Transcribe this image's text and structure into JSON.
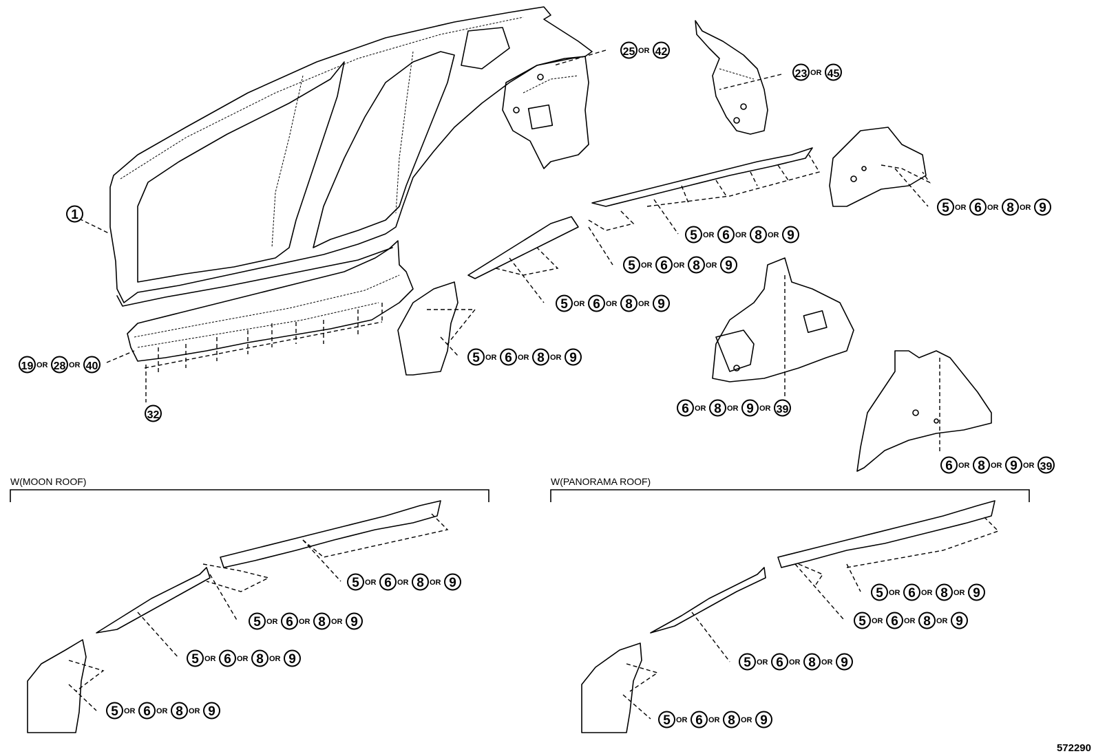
{
  "sections": {
    "moon_roof": "W(MOON ROOF)",
    "panorama_roof": "W(PANORAMA ROOF)"
  },
  "drawing_number": "572290",
  "separator": "OR",
  "callouts": {
    "c1": [
      "1"
    ],
    "c2": [
      "25",
      "42"
    ],
    "c3": [
      "23",
      "45"
    ],
    "c4": [
      "19",
      "28",
      "40"
    ],
    "c5": [
      "32"
    ],
    "c6": [
      "5",
      "6",
      "8",
      "9"
    ],
    "c7": [
      "5",
      "6",
      "8",
      "9"
    ],
    "c8": [
      "5",
      "6",
      "8",
      "9"
    ],
    "c9": [
      "5",
      "6",
      "8",
      "9"
    ],
    "c10": [
      "5",
      "6",
      "8",
      "9"
    ],
    "c11": [
      "6",
      "8",
      "9",
      "39"
    ],
    "c12": [
      "6",
      "8",
      "9",
      "39"
    ],
    "c13": [
      "5",
      "6",
      "8",
      "9"
    ],
    "c14": [
      "5",
      "6",
      "8",
      "9"
    ],
    "c15": [
      "5",
      "6",
      "8",
      "9"
    ],
    "c16": [
      "5",
      "6",
      "8",
      "9"
    ],
    "c17": [
      "5",
      "6",
      "8",
      "9"
    ],
    "c18": [
      "5",
      "6",
      "8",
      "9"
    ],
    "c19": [
      "5",
      "6",
      "8",
      "9"
    ],
    "c20": [
      "5",
      "6",
      "8",
      "9"
    ],
    "c21": [
      "5",
      "6",
      "8",
      "9"
    ]
  }
}
